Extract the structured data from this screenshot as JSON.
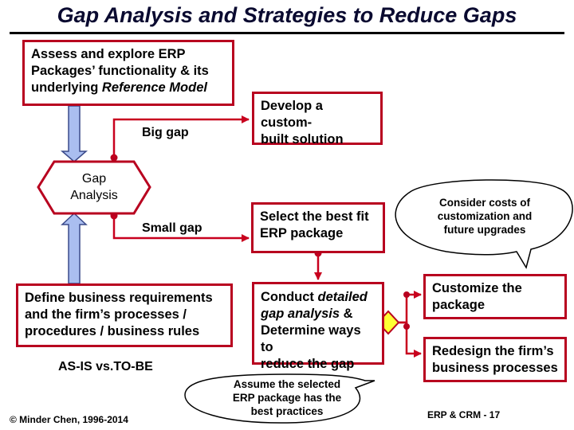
{
  "title": "Gap Analysis and Strategies to Reduce Gaps",
  "boxes": {
    "assess": {
      "line1": "Assess and explore ERP",
      "line2": "Packages’ functionality & its",
      "line3_plain": "underlying ",
      "line3_italic": "Reference Model"
    },
    "develop": {
      "line1": "Develop a custom-",
      "line2": "built solution"
    },
    "select": {
      "line1": "Select the best fit",
      "line2": "ERP package"
    },
    "define": {
      "line1": "Define business requirements",
      "line2": "and the firm’s processes /",
      "line3": "procedures / business rules"
    },
    "conduct": {
      "line1_plain": "Conduct ",
      "line1_italic": "detailed",
      "line2_italic": "gap analysis",
      "line2_plain": " &",
      "line3": "Determine ways to",
      "line4": "reduce the gap"
    },
    "customize": {
      "line1": "Customize the",
      "line2": "package"
    },
    "redesign": {
      "line1": "Redesign  the firm’s",
      "line2": "business processes"
    }
  },
  "gap_analysis": {
    "line1": "Gap",
    "line2": "Analysis"
  },
  "labels": {
    "big_gap": "Big gap",
    "small_gap": "Small gap",
    "asis_tobe": "AS-IS vs.TO-BE"
  },
  "bubbles": {
    "costs": {
      "line1": "Consider costs of",
      "line2": "customization and",
      "line3": "future upgrades"
    },
    "assume": {
      "line1": "Assume the selected",
      "line2": "ERP package has the",
      "line3": "best practices"
    }
  },
  "footer": {
    "left": "© Minder Chen, 1996-2014",
    "right": "ERP & CRM - 17"
  },
  "colors": {
    "box_border": "#b8001f",
    "arrow_red": "#c8001e",
    "fat_arrow_fill": "#aabef0",
    "fat_arrow_stroke": "#3a4a8a",
    "diamond": "#ffff33"
  }
}
